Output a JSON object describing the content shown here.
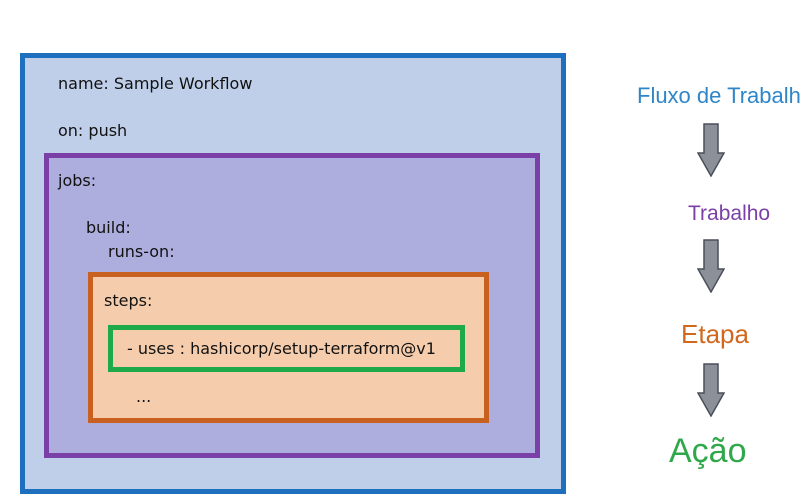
{
  "workflow": {
    "name_line": "name: Sample Workflow",
    "on_line": "on: push"
  },
  "jobs": {
    "jobs_line": "jobs:",
    "build_line": "build:",
    "runs_on_line": "runs-on:"
  },
  "steps": {
    "steps_line": "steps:",
    "uses_line": "- uses : hashicorp/setup-terraform@v1",
    "ellipsis": "..."
  },
  "legend": {
    "items": [
      {
        "label": "Fluxo de Trabalho",
        "color": "#2e86c9"
      },
      {
        "label": "Trabalho",
        "color": "#7b3fa8"
      },
      {
        "label": "Etapa",
        "color": "#d0691f"
      },
      {
        "label": "Ação",
        "color": "#2fa84a"
      }
    ],
    "arrow_icon": "down-arrow-icon",
    "arrow_color": "#8c9099"
  },
  "colors": {
    "workflow_border": "#1f6fbf",
    "workflow_fill": "#bfcfe9",
    "jobs_border": "#7b3fa8",
    "jobs_fill": "#adaedd",
    "steps_border": "#c8601f",
    "steps_fill": "#f6cdac",
    "action_border": "#1faa4a"
  }
}
